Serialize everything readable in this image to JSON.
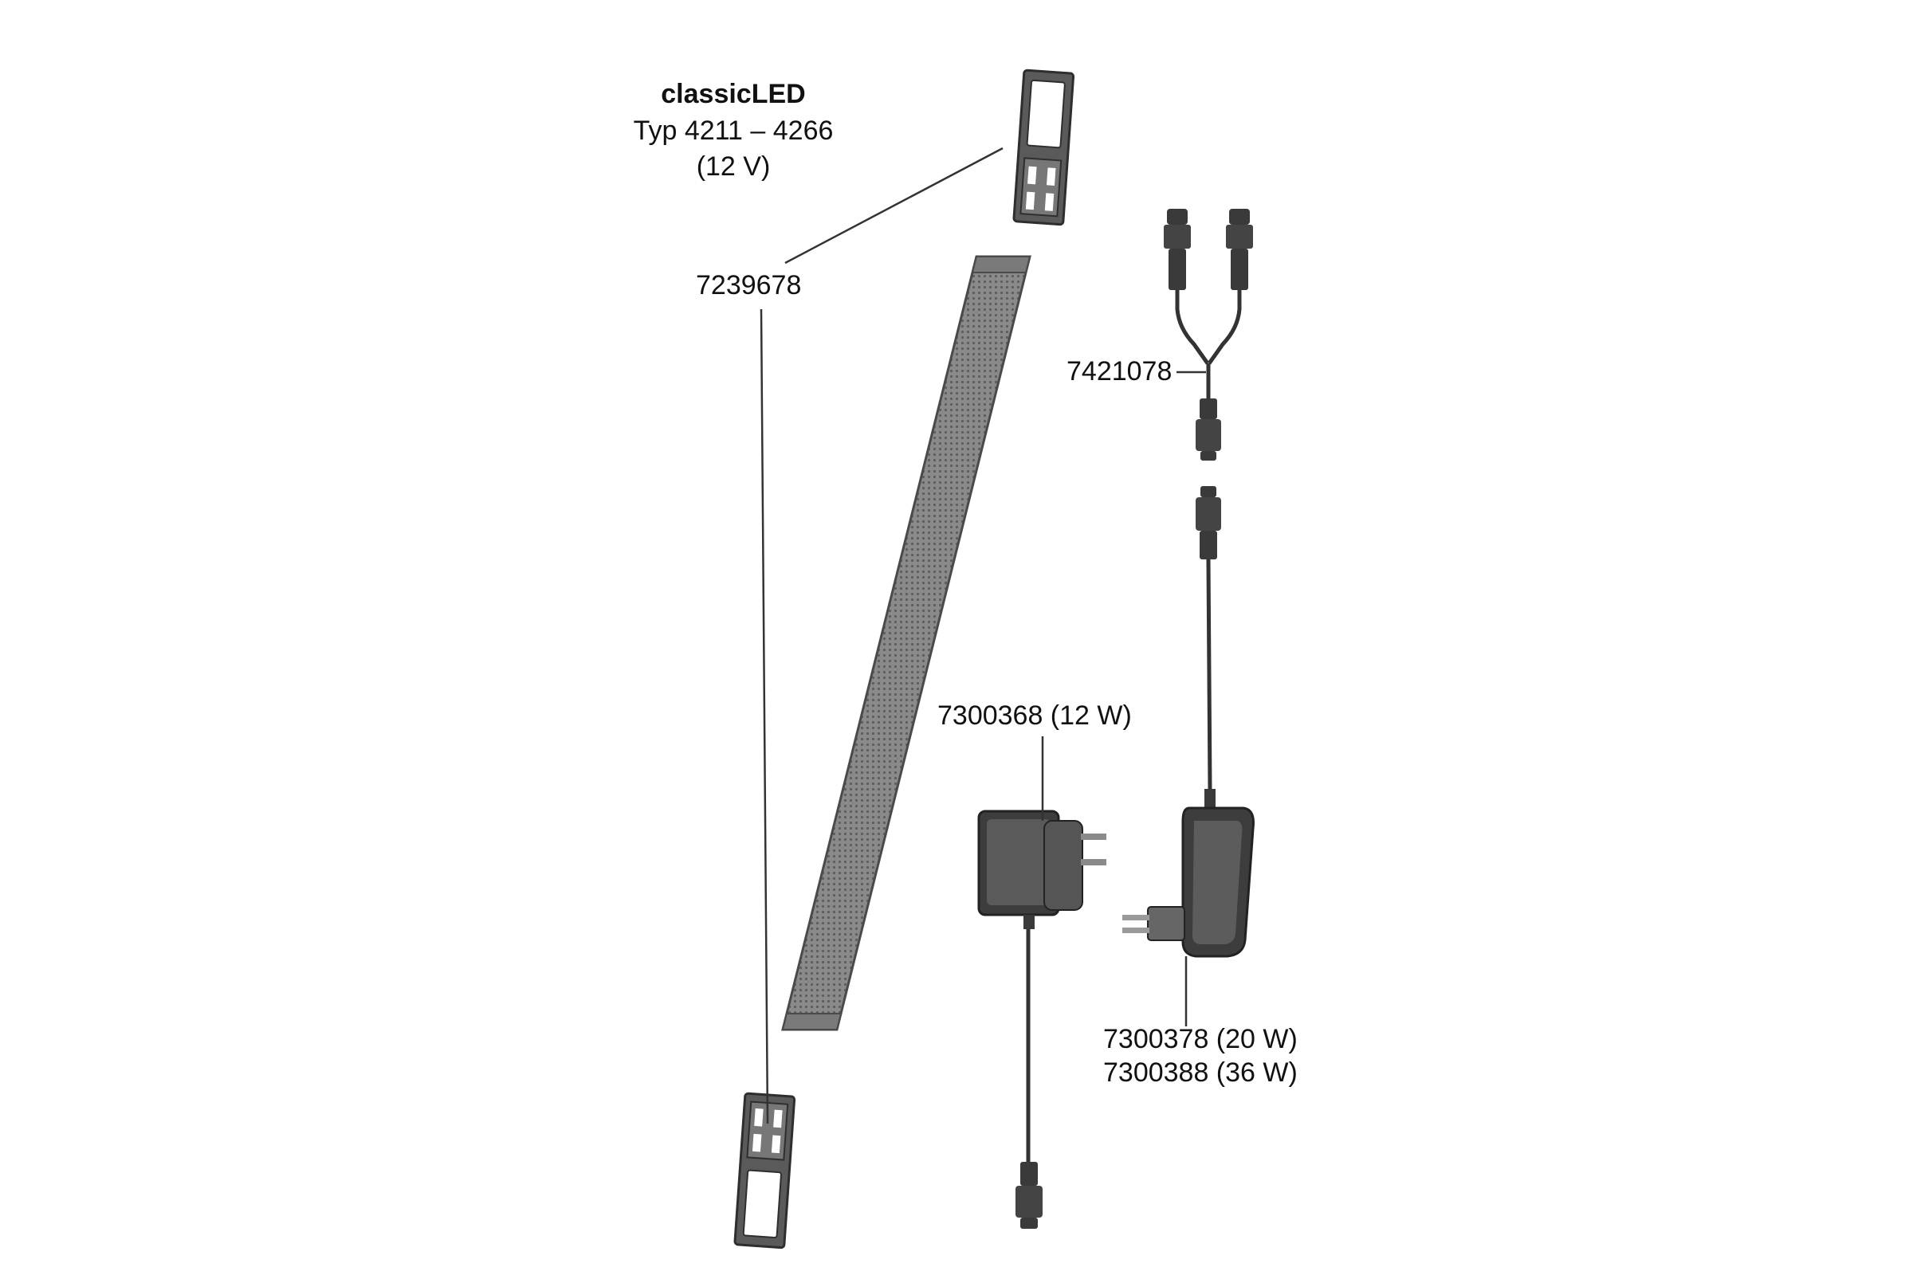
{
  "title": {
    "product": "classicLED",
    "type_range": "Typ 4211 – 4266",
    "voltage": "(12 V)"
  },
  "parts": {
    "end_cap": "7239678",
    "y_splitter": "7421078",
    "adapter_small": "7300368 (12 W)",
    "adapter_large_20w": "7300378 (20 W)",
    "adapter_large_36w": "7300388 (36 W)"
  },
  "colors": {
    "line": "#333333",
    "part_dark": "#3f3f3f",
    "part_mid": "#6a6a6a",
    "part_light": "#9a9a9a",
    "background": "#ffffff"
  }
}
